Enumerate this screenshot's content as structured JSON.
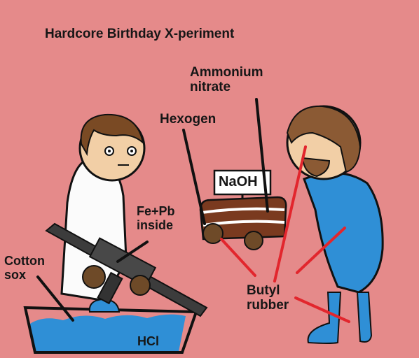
{
  "comic": {
    "title": "Hardcore Birthday X-periment",
    "labels": {
      "ammonium_nitrate": "Ammonium\nnitrate",
      "hexogen": "Hexogen",
      "naoh": "NaOH",
      "fe_pb": "Fe+Pb\ninside",
      "cotton_sox": "Cotton\nsox",
      "butyl_rubber": "Butyl\nrubber",
      "hcl": "HCl"
    }
  },
  "colors": {
    "background": "#e58a8a",
    "liquid": "#2f8fd6",
    "suit": "#2f8fd6",
    "pointer_red": "#e2262d",
    "pointer_black": "#111111",
    "coat": "#ffffff"
  }
}
